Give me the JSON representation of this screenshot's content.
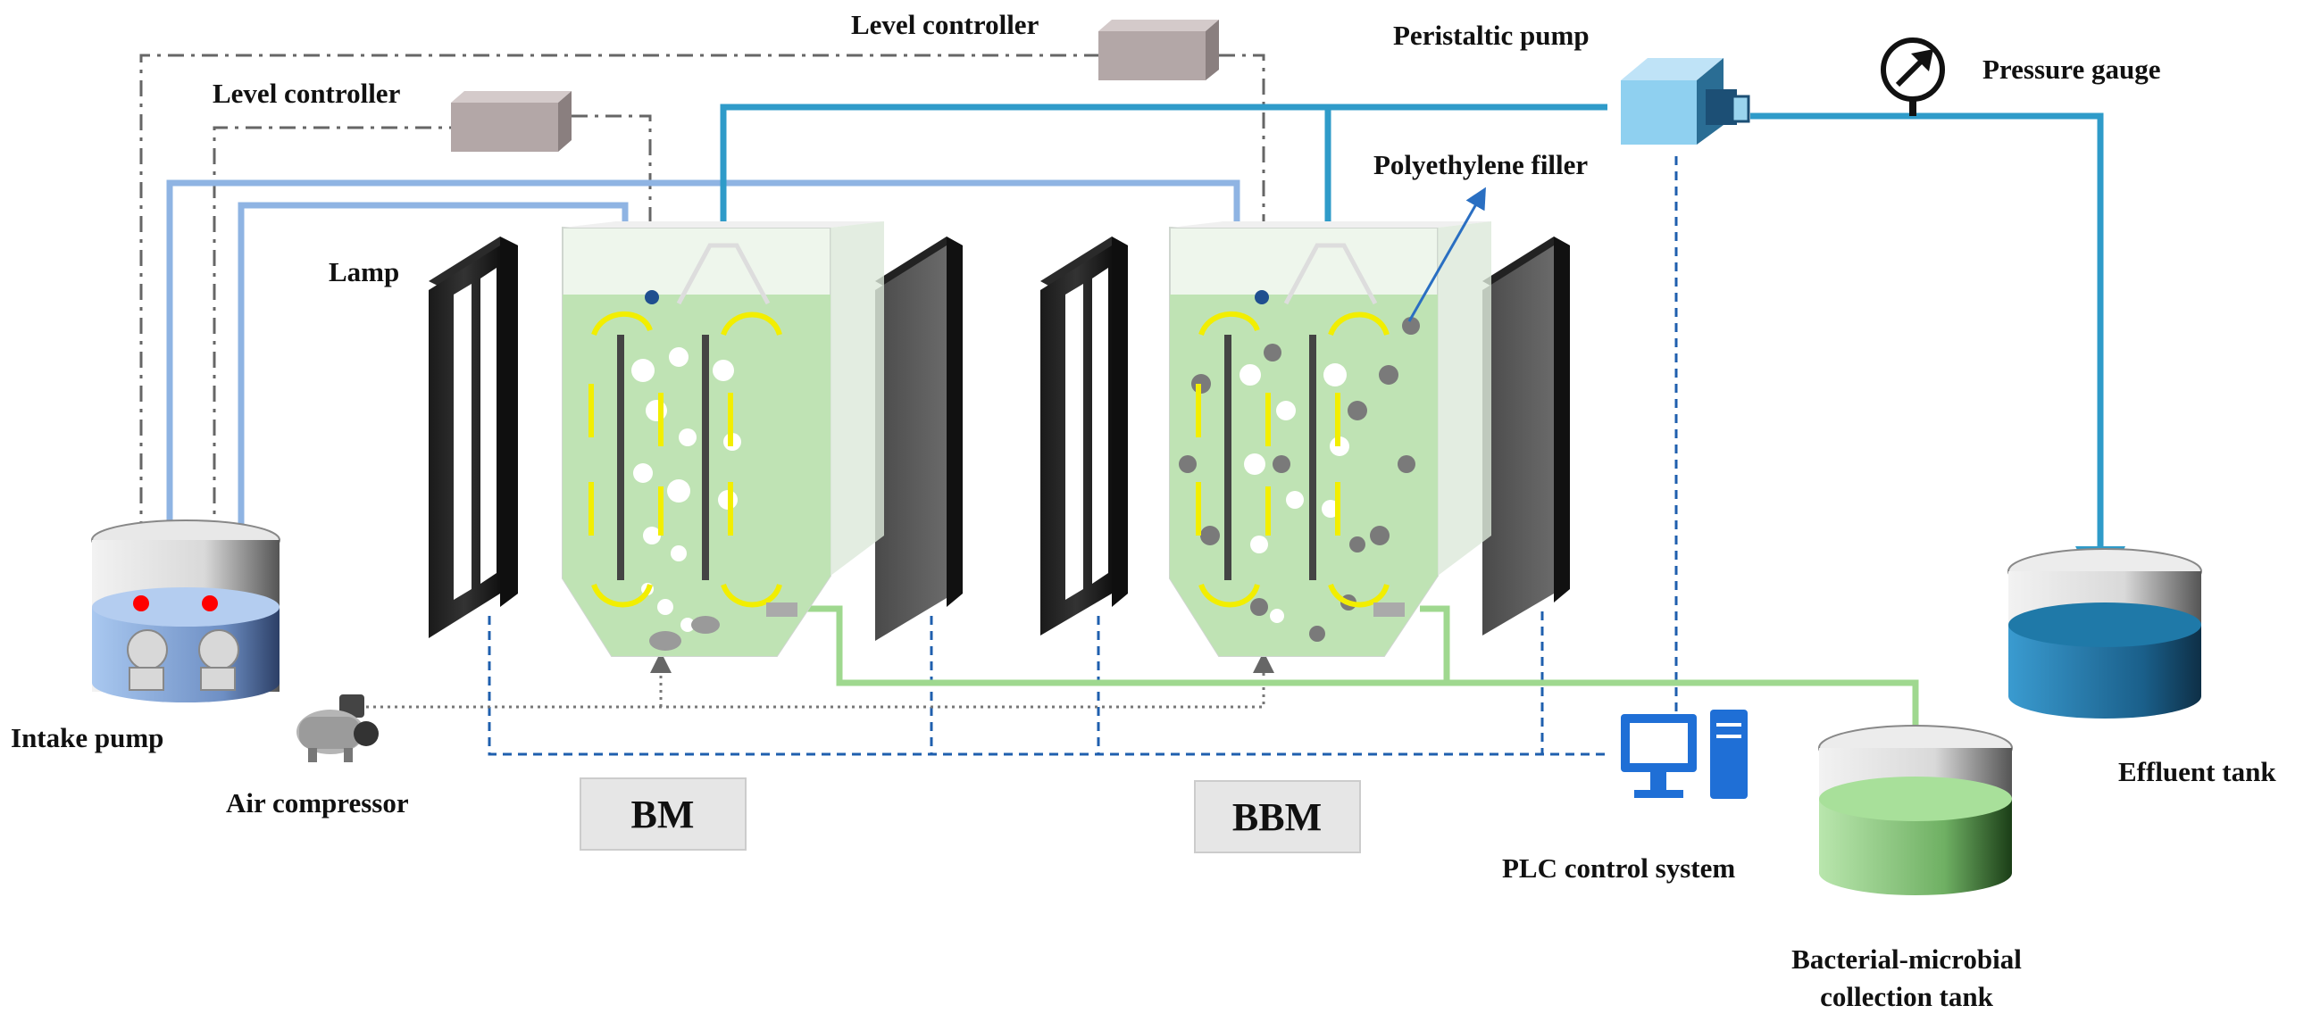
{
  "labels": {
    "level_controller_top": "Level controller",
    "level_controller_left": "Level controller",
    "peristaltic_pump": "Peristaltic pump",
    "pressure_gauge": "Pressure gauge",
    "polyethylene_filler": "Polyethylene filler",
    "lamp": "Lamp",
    "intake_pump": "Intake pump",
    "air_compressor": "Air compressor",
    "bm": "BM",
    "bbm": "BBM",
    "plc_control_system": "PLC control system",
    "effluent_tank": "Effluent tank",
    "collection_tank_line1": "Bacterial-microbial",
    "collection_tank_line2": "collection tank"
  },
  "colors": {
    "intake_line": "#8fb4e3",
    "effluent_line": "#2f9bc9",
    "sludge_line": "#9fd88f",
    "control_line": "#1f5fae",
    "reactor_liquid": "#bfe3b4",
    "circulation_arrow": "#f2ee00",
    "effluent_water": "#1f79a8",
    "collection_liquid": "#9fdc8e",
    "intake_water": "#8eb7ea"
  }
}
